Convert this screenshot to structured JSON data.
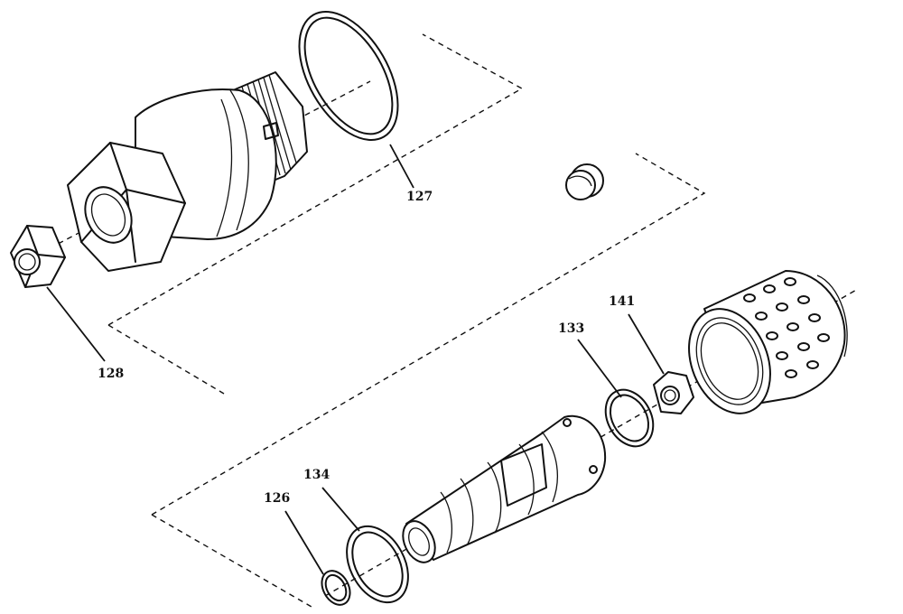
{
  "callouts": {
    "c127": "127",
    "c128": "128",
    "c133": "133",
    "c141": "141",
    "c134": "134",
    "c126": "126"
  }
}
